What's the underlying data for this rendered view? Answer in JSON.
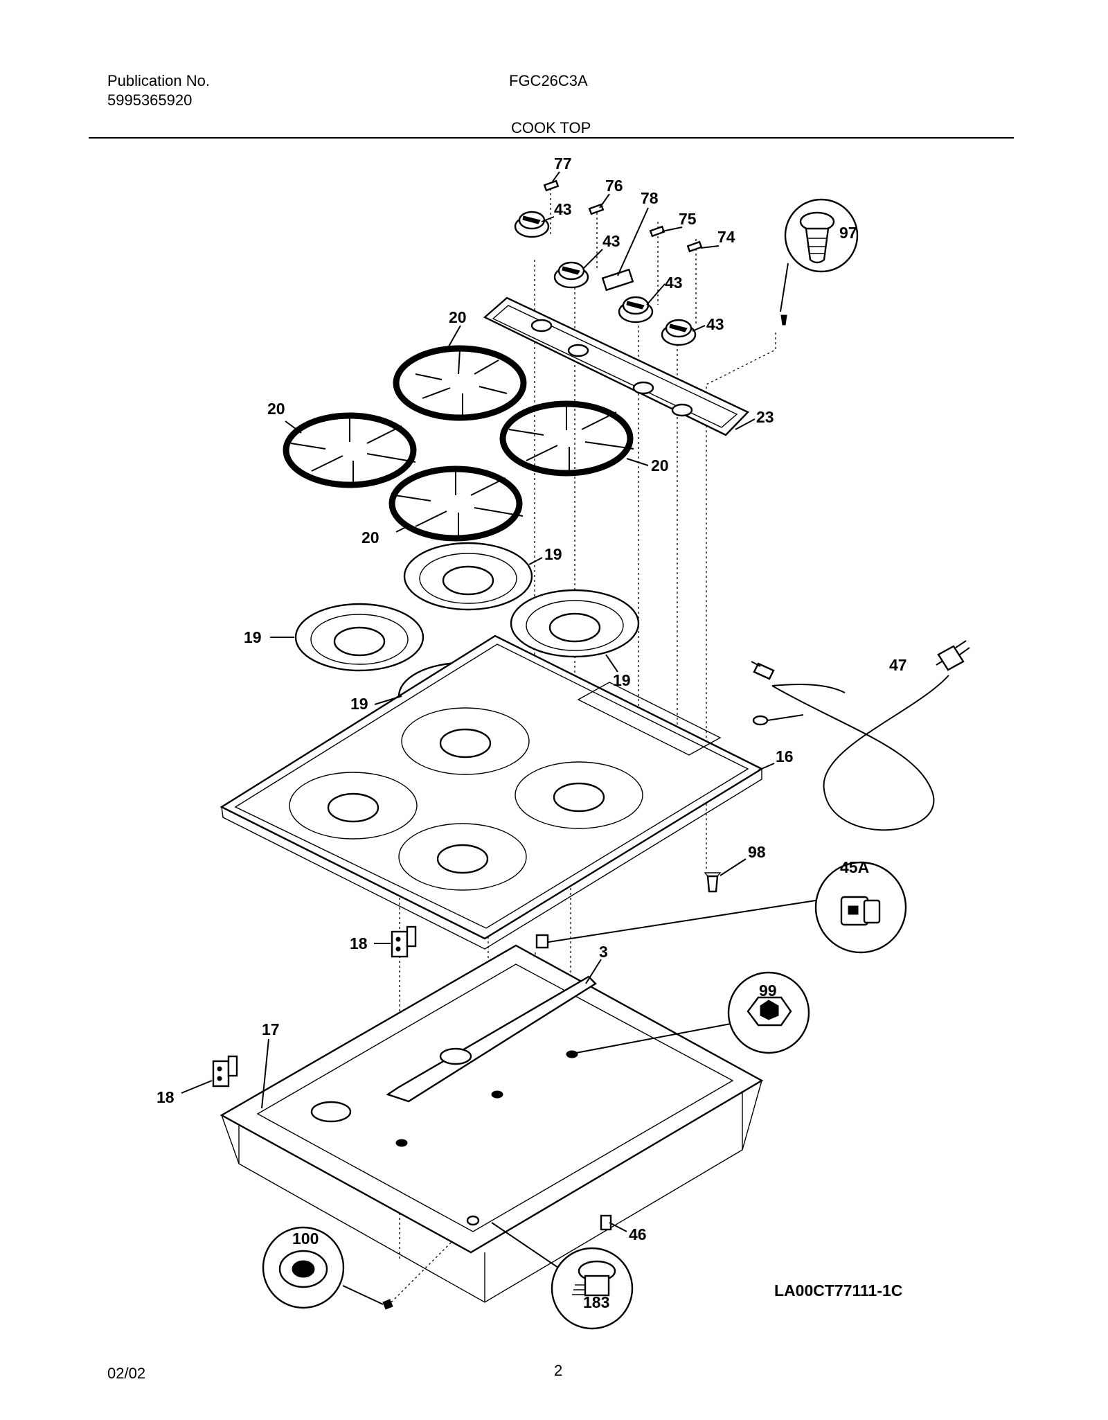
{
  "header": {
    "publication_label": "Publication No.",
    "publication_number": "5995365920",
    "model": "FGC26C3A",
    "section_title": "COOK TOP"
  },
  "callouts": {
    "c77": "77",
    "c76": "76",
    "c78": "78",
    "c75": "75",
    "c74": "74",
    "c97": "97",
    "c43a": "43",
    "c43b": "43",
    "c43c": "43",
    "c43d": "43",
    "c20a": "20",
    "c20b": "20",
    "c20c": "20",
    "c20d": "20",
    "c23": "23",
    "c19a": "19",
    "c19b": "19",
    "c19c": "19",
    "c19d": "19",
    "c47": "47",
    "c16": "16",
    "c98": "98",
    "c45A": "45A",
    "c18a": "18",
    "c18b": "18",
    "c3": "3",
    "c99": "99",
    "c17": "17",
    "c46": "46",
    "c100": "100",
    "c183": "183"
  },
  "diagram_code": "LA00CT77111-1C",
  "footer": {
    "date": "02/02",
    "page": "2"
  }
}
